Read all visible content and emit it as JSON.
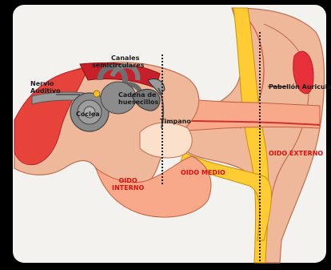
{
  "labels": {
    "nervio_line1": "Nervio",
    "nervio_line2": "Auditivo",
    "canales_line1": "Canales",
    "canales_line2": "semicirculares",
    "cadena_line1": "Cadena de",
    "cadena_line2": "huesecillos",
    "coclea": "Coclea",
    "timpano": "Timpano",
    "pabellon": "Pabellón Auricular",
    "oido_interno_line1": "OIDO",
    "oido_interno_line2": "INTERNO",
    "oido_medio": "OIDO MEDIO",
    "oido_externo": "OIDO EXTERNO"
  },
  "colors": {
    "background": "#000000",
    "panel": "#f4f2ef",
    "skin": "#f0b89a",
    "canal_yellow": "#ffcc33",
    "flesh_pink": "#f7a98a",
    "red": "#e8433a",
    "dark_red": "#c8202a",
    "gray": "#8a8a8a",
    "label_red": "#e01010"
  }
}
